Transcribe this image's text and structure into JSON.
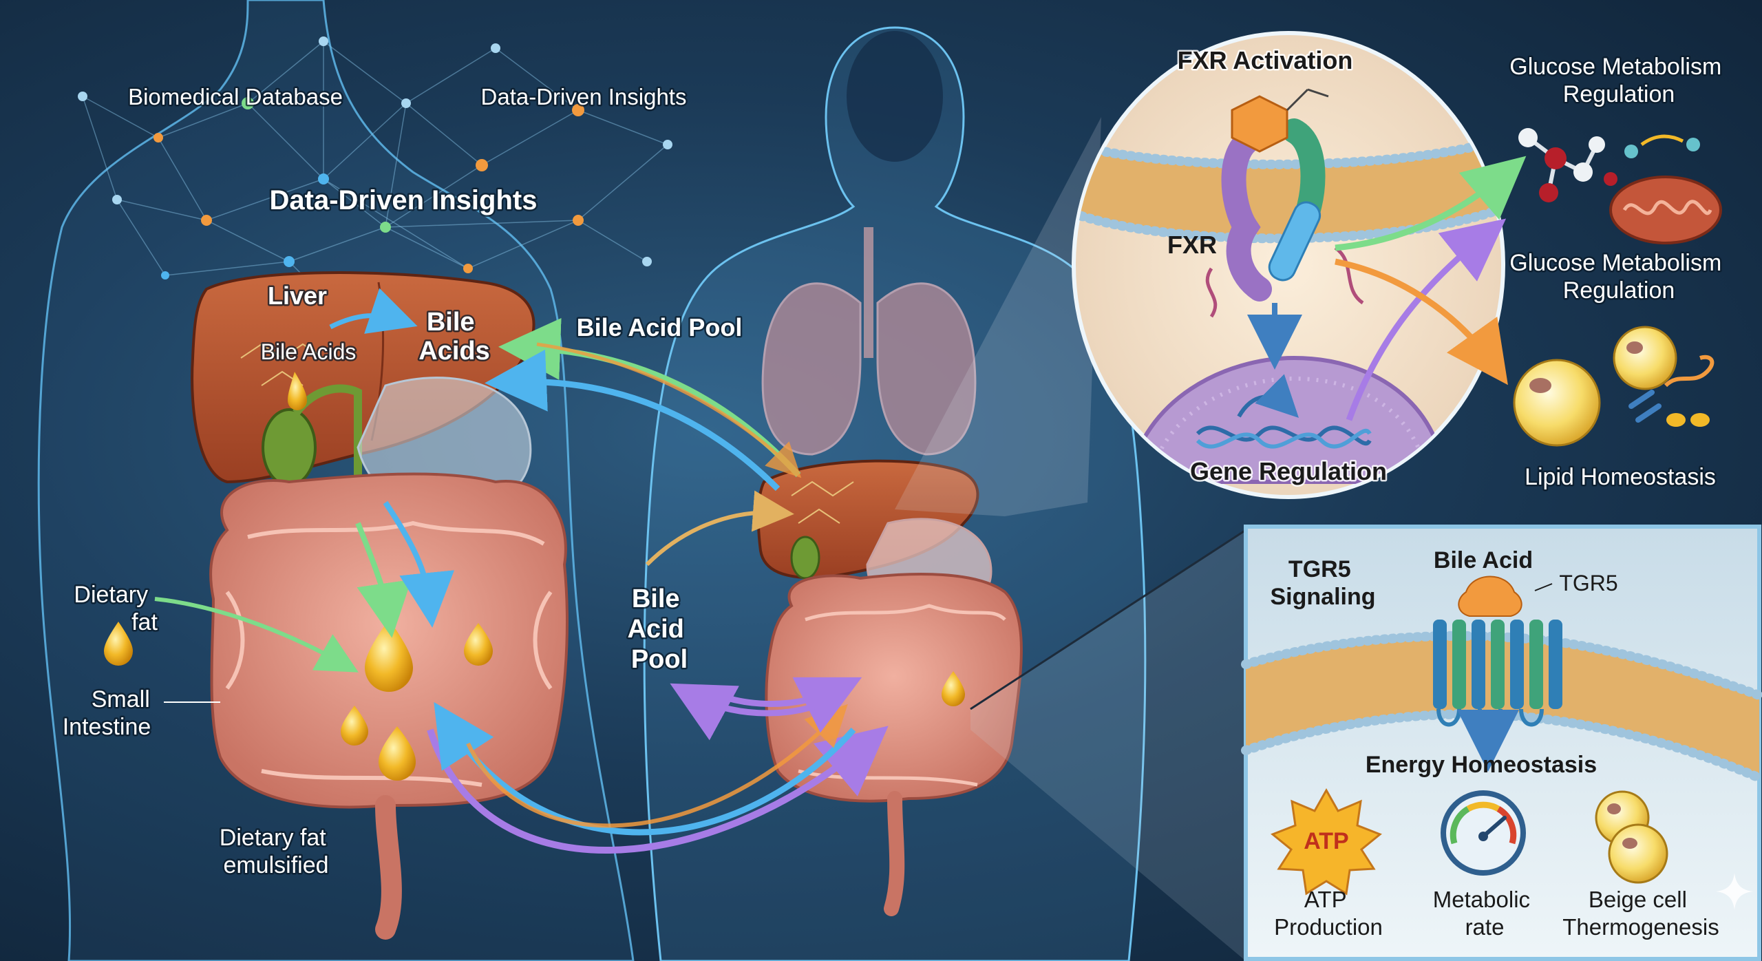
{
  "colors": {
    "background": "#1b3a57",
    "body_silhouette": "#4aa3d8",
    "liver": "#b8552f",
    "intestine": "#d98a7a",
    "bile_drop": "#f2b928",
    "arrow_green": "#7ddc8a",
    "arrow_blue": "#4fb4ee",
    "arrow_purple": "#a77ce6",
    "arrow_orange": "#f29a3e",
    "panel_tgr5": "#d9e9f2",
    "panel_border": "#8ec6e6"
  },
  "network": {
    "label_database": "Biomedical Database",
    "label_insights_top": "Data-Driven Insights",
    "label_insights_main": "Data-Driven Insights"
  },
  "left_figure": {
    "liver_label": "Liver",
    "liver_inner_label": "Bile Acids",
    "bile_acids_label": "Bile Acids",
    "bile_acid_pool_top": "Bile Acid Pool",
    "dietary_fat_label": "Dietary fat",
    "small_intestine_label": "Small Intestine",
    "emulsified_label": "Dietary fat emulsified"
  },
  "center_figure": {
    "bile_acid_pool_label": "Bile Acid Pool"
  },
  "fxr_panel": {
    "title": "FXR Activation",
    "receptor_label": "FXR",
    "gene_label": "Gene Regulation"
  },
  "outcomes": {
    "glucose_top": "Glucose Metabolism Regulation",
    "glucose_mid": "Glucose Metabolism Regulation",
    "lipid": "Lipid Homeostasis"
  },
  "tgr5_panel": {
    "title": "TGR5 Signaling",
    "ligand_label": "Bile Acid",
    "receptor_label": "TGR5",
    "energy_label": "Energy Homeostasis",
    "atp_badge": "ATP",
    "atp_caption": "ATP Production",
    "metabolic_caption": "Metabolic rate",
    "beige_caption": "Beige cell Thermogenesis"
  },
  "icons": [
    "sparkle-icon",
    "dna-icon",
    "gauge-icon",
    "atp-starburst-icon",
    "mitochondria-icon",
    "fat-cell-icon",
    "bile-drop-icon"
  ]
}
